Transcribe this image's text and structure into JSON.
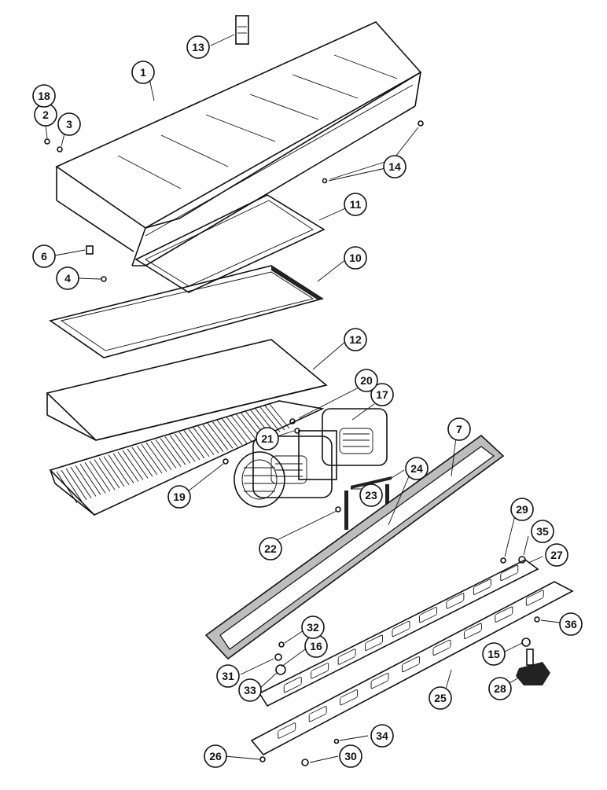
{
  "diagram": {
    "callouts": [
      {
        "id": "c1",
        "label": "1"
      },
      {
        "id": "c2",
        "label": "2"
      },
      {
        "id": "c3",
        "label": "3"
      },
      {
        "id": "c4",
        "label": "4"
      },
      {
        "id": "c6",
        "label": "6"
      },
      {
        "id": "c7",
        "label": "7"
      },
      {
        "id": "c10",
        "label": "10"
      },
      {
        "id": "c11",
        "label": "11"
      },
      {
        "id": "c12",
        "label": "12"
      },
      {
        "id": "c13",
        "label": "13"
      },
      {
        "id": "c14",
        "label": "14"
      },
      {
        "id": "c15",
        "label": "15"
      },
      {
        "id": "c16",
        "label": "16"
      },
      {
        "id": "c17",
        "label": "17"
      },
      {
        "id": "c18",
        "label": "18"
      },
      {
        "id": "c19",
        "label": "19"
      },
      {
        "id": "c20",
        "label": "20"
      },
      {
        "id": "c21",
        "label": "21"
      },
      {
        "id": "c22",
        "label": "22"
      },
      {
        "id": "c23",
        "label": "23"
      },
      {
        "id": "c24",
        "label": "24"
      },
      {
        "id": "c25",
        "label": "25"
      },
      {
        "id": "c26",
        "label": "26"
      },
      {
        "id": "c27",
        "label": "27"
      },
      {
        "id": "c28",
        "label": "28"
      },
      {
        "id": "c29",
        "label": "29"
      },
      {
        "id": "c30",
        "label": "30"
      },
      {
        "id": "c31",
        "label": "31"
      },
      {
        "id": "c32",
        "label": "32"
      },
      {
        "id": "c33",
        "label": "33"
      },
      {
        "id": "c34",
        "label": "34"
      },
      {
        "id": "c35",
        "label": "35"
      },
      {
        "id": "c36",
        "label": "36"
      }
    ]
  }
}
